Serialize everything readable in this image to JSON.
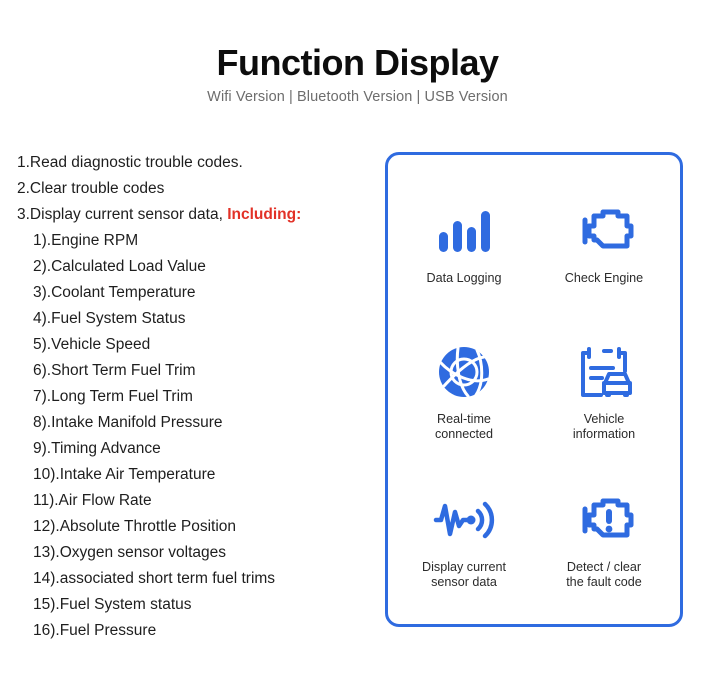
{
  "header": {
    "title": "Function Display",
    "subtitle": "Wifi Version | Bluetooth Version | USB Version"
  },
  "colors": {
    "accent_blue": "#2f6be0",
    "highlight_red": "#e23127",
    "text": "#1e1e1e",
    "subtitle_gray": "#6d6d6d"
  },
  "features": [
    {
      "text": "1.Read diagnostic trouble codes.",
      "level": 1
    },
    {
      "text": "2.Clear trouble codes",
      "level": 1
    },
    {
      "text": "3.Display current sensor data, ",
      "emphasis": "Including:",
      "level": 1
    },
    {
      "text": "1).Engine RPM",
      "level": 2
    },
    {
      "text": "2).Calculated Load Value",
      "level": 2
    },
    {
      "text": "3).Coolant Temperature",
      "level": 2
    },
    {
      "text": "4).Fuel System Status",
      "level": 2
    },
    {
      "text": "5).Vehicle Speed",
      "level": 2
    },
    {
      "text": "6).Short Term Fuel Trim",
      "level": 2
    },
    {
      "text": "7).Long Term Fuel Trim",
      "level": 2
    },
    {
      "text": "8).Intake Manifold Pressure",
      "level": 2
    },
    {
      "text": "9).Timing Advance",
      "level": 2
    },
    {
      "text": "10).Intake Air Temperature",
      "level": 2
    },
    {
      "text": "11).Air Flow Rate",
      "level": 2
    },
    {
      "text": "12).Absolute Throttle Position",
      "level": 2
    },
    {
      "text": "13).Oxygen sensor voltages",
      "level": 2
    },
    {
      "text": "14).associated short term fuel trims",
      "level": 2
    },
    {
      "text": "15).Fuel System status",
      "level": 2
    },
    {
      "text": "16).Fuel Pressure",
      "level": 2
    }
  ],
  "icon_panel": {
    "items": [
      {
        "icon": "bar-chart-icon",
        "label": "Data Logging"
      },
      {
        "icon": "check-engine-icon",
        "label": "Check Engine"
      },
      {
        "icon": "globe-network-icon",
        "label": "Real-time\nconnected"
      },
      {
        "icon": "clipboard-car-icon",
        "label": "Vehicle\ninformation"
      },
      {
        "icon": "waveform-signal-icon",
        "label": "Display current\nsensor data"
      },
      {
        "icon": "engine-alert-icon",
        "label": "Detect / clear\nthe fault code"
      }
    ]
  }
}
